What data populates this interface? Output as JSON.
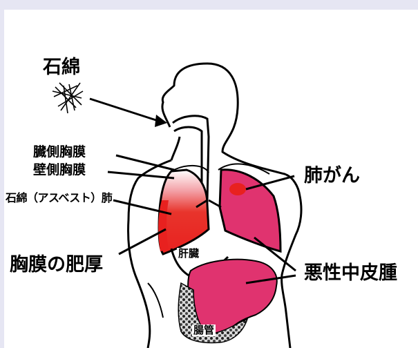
{
  "labels": {
    "asbestos": "石綿",
    "visceral_pleura": "臓側胸膜",
    "parietal_pleura": "壁側胸膜",
    "asbestos_lung": "石綿（アスベスト）肺",
    "pleural_thickening": "胸膜の肥厚",
    "lung_cancer": "肺がん",
    "mesothelioma": "悪性中皮腫",
    "liver": "肝臓",
    "intestine": "腸管"
  },
  "colors": {
    "background": "#e6e6f3",
    "panel": "#ffffff",
    "lung_fill": "#e0336f",
    "tumor": "#e8211f",
    "thickening": "#e8211f",
    "outline": "#000000"
  }
}
